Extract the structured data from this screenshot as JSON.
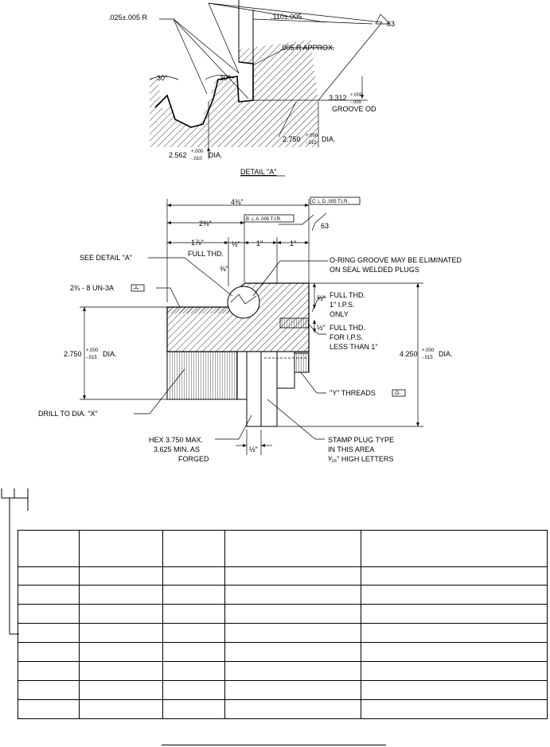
{
  "detail_a": {
    "radius_025": ".025±.005 R",
    "dim_110": ".110±.005",
    "finish_63": "63",
    "radius_005": ".005 R APPROX.",
    "angle_left": "30°",
    "angle_right": "30°",
    "groove_od_value": "3.312",
    "groove_od_tol_top": "+.000",
    "groove_od_tol_bot": "-.005",
    "groove_od_label": "GROOVE OD",
    "dia_2750": "2.750",
    "dia_2750_tol_top": "+.000",
    "dia_2750_tol_bot": "-.015",
    "dia_2750_suffix": "DIA.",
    "dia_2562": "2.562",
    "dia_2562_tol_top": "+.000",
    "dia_2562_tol_bot": "-.010",
    "dia_2562_suffix": "DIA.",
    "title": "DETAIL \"A\""
  },
  "main_view": {
    "overall_length": "4⅜\"",
    "frame_top_right": "C ⊥ D .005 T.I.R.",
    "length_2_3_8": "2⅜\"",
    "frame_b": "B ⊥ A .005 T.I.R.",
    "finish_63": "63",
    "length_1_7_8": "1⅞\"",
    "full_thd_top": "FULL THD.",
    "length_half_top": "½\"",
    "length_1in_a": "1\"",
    "length_1in_b": "1\"",
    "see_detail": "SEE DETAIL \"A\"",
    "length_3_8": "⅜\"",
    "oring_note_1": "O-RING GROOVE MAY BE ELIMINATED",
    "oring_note_2": "ON SEAL WELDED PLUGS",
    "thread_spec": "2¾ - 8 UN-3A",
    "datum_a": "-A-",
    "length_5_8": "⅝\"",
    "full_thd_1ips_1": "FULL THD.",
    "full_thd_1ips_2": "1\" I.P.S.",
    "full_thd_1ips_3": "ONLY",
    "length_half_mid": "½\"",
    "full_thd_ips_1": "FULL THD.",
    "full_thd_ips_2": "FOR I.P.S.",
    "full_thd_ips_3": "LESS THAN 1\"",
    "dia_2750": "2.750",
    "dia_2750_tol_top": "+.000",
    "dia_2750_tol_bot": "-.015",
    "dia_2750_suffix": "DIA.",
    "dia_4250": "4.250",
    "dia_4250_tol_top": "+.000",
    "dia_4250_tol_bot": "-.015",
    "dia_4250_suffix": "DIA.",
    "y_threads": "\"Y\" THREADS",
    "datum_d": "-D-",
    "drill_note": "DRILL TO DIA. \"X\"",
    "hex_1": "HEX 3.750 MAX.",
    "hex_2": "3.625 MIN. AS",
    "hex_3": "FORGED",
    "length_half_bottom": "½\"",
    "stamp_1": "STAMP PLUG TYPE",
    "stamp_2": "IN THIS AREA",
    "stamp_3": "³⁄₁₆\" HIGH LETTERS"
  },
  "table": {
    "rows": 9,
    "columns": 5
  }
}
